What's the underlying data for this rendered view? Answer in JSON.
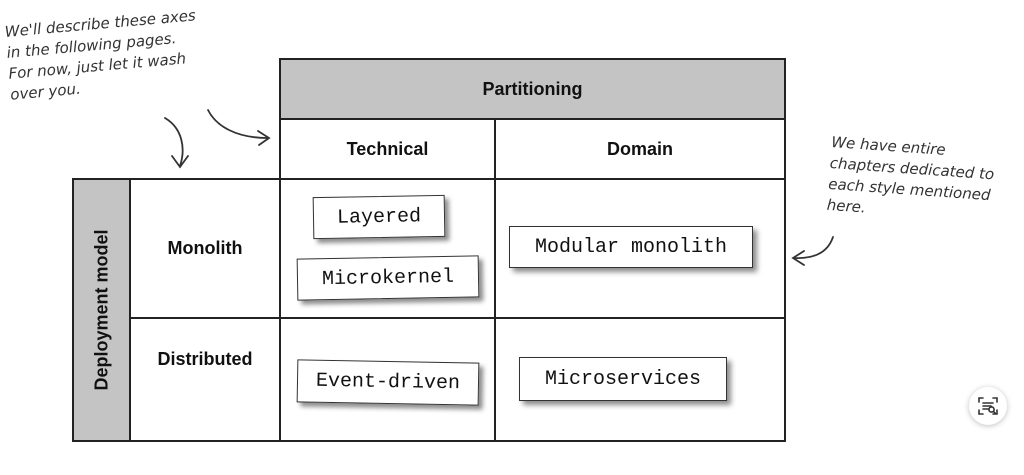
{
  "notes": {
    "left": "We'll describe these axes\nin the following pages.\nFor now, just let it wash\nover you.",
    "right": "We have entire\nchapters dedicated to\neach style mentioned\nhere."
  },
  "grid": {
    "partitioning": "Partitioning",
    "technical": "Technical",
    "domain": "Domain",
    "deployment_model": "Deployment model",
    "monolith": "Monolith",
    "distributed": "Distributed"
  },
  "styles": {
    "layered": "Layered",
    "microkernel": "Microkernel",
    "modular_monolith": "Modular monolith",
    "event_driven": "Event-driven",
    "microservices": "Microservices"
  },
  "icons": {
    "arrows": "hand-drawn-arrow-icon",
    "lens": "visual-search-icon"
  }
}
